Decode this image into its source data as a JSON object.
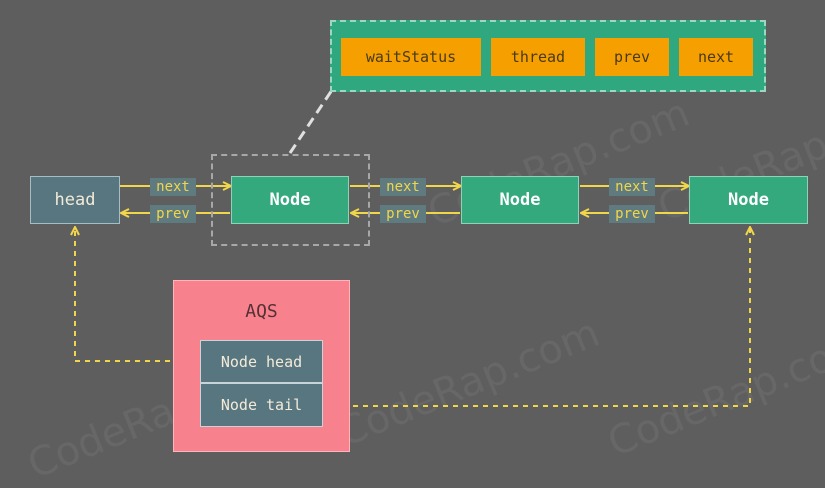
{
  "node_fields": [
    "waitStatus",
    "thread",
    "prev",
    "next"
  ],
  "head_label": "head",
  "nodes": [
    "Node",
    "Node",
    "Node"
  ],
  "pointers": {
    "next": "next",
    "prev": "prev"
  },
  "aqs": {
    "title": "AQS",
    "fields": [
      "Node head",
      "Node tail"
    ]
  },
  "watermark": "CodeRap.com",
  "colors": {
    "background": "#5e5e5e",
    "node": "#34a97e",
    "field": "#f5a000",
    "aqs": "#f7828d",
    "pointer": "#f2d64a"
  }
}
